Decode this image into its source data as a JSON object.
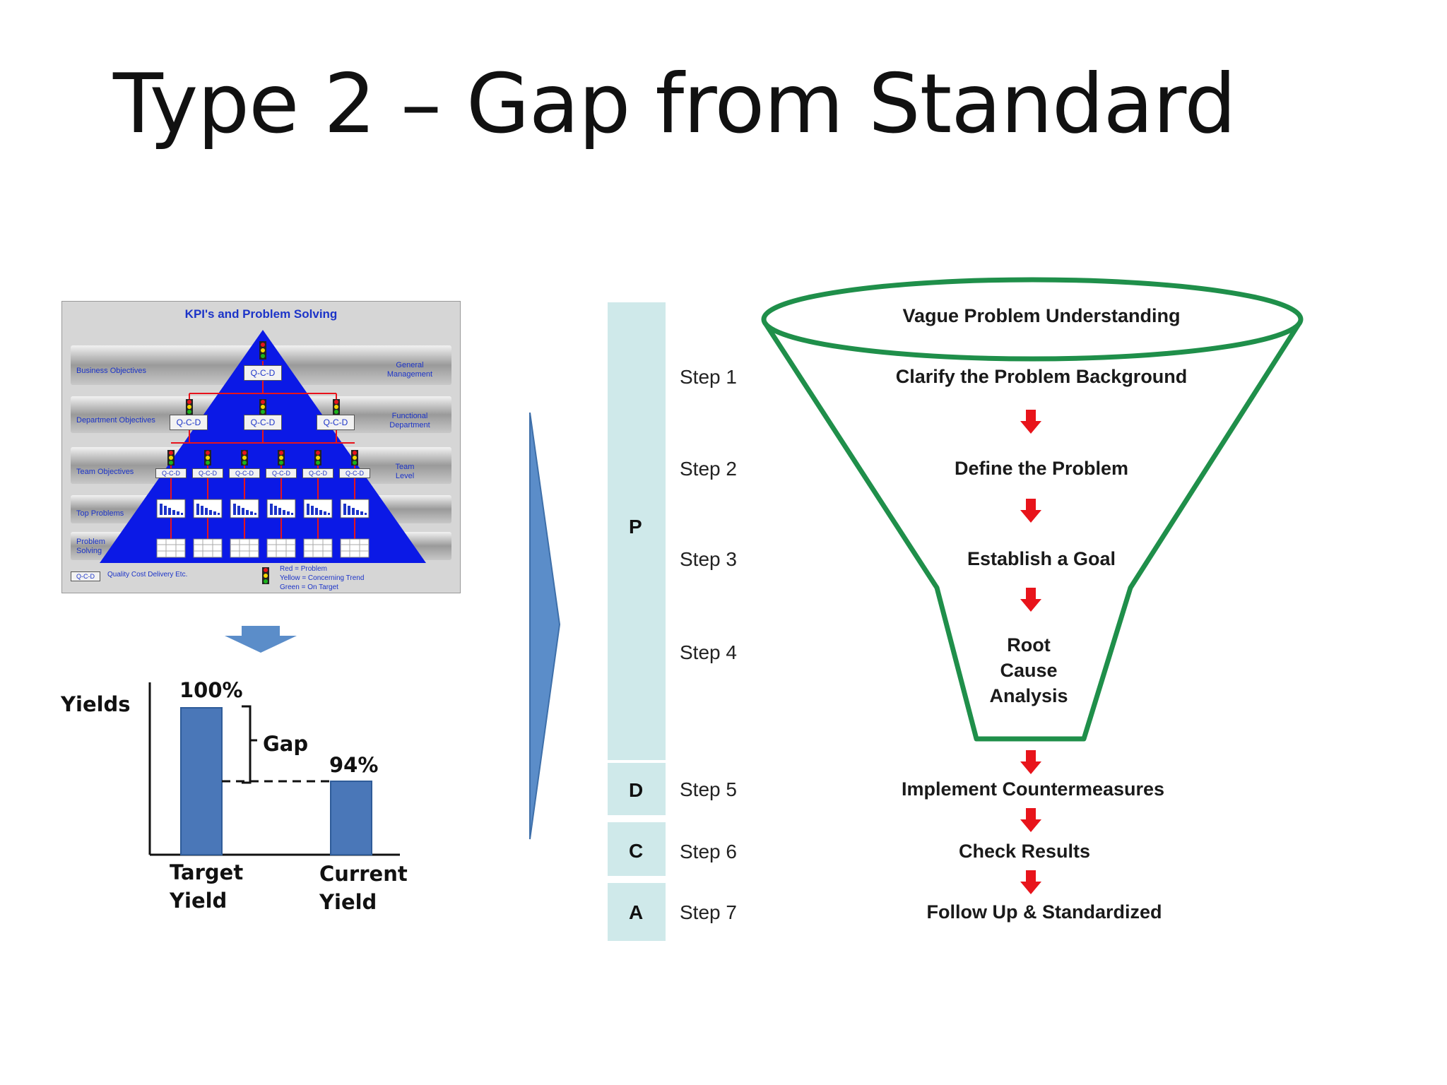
{
  "title": "Type 2 – Gap from Standard",
  "kpi": {
    "title": "KPI's and Problem Solving",
    "rows": {
      "business": "Business Objectives",
      "department": "Department Objectives",
      "team": "Team Objectives",
      "top": "Top Problems",
      "ps": "Problem Solving"
    },
    "right": {
      "general": "General Management",
      "functional": "Functional Department",
      "team": "Team Level"
    },
    "qcd": "Q-C-D",
    "legend_qcd": "Quality Cost Delivery Etc.",
    "legend_red": "Red = Problem",
    "legend_yellow": "Yellow = Concerning Trend",
    "legend_green": "Green = On Target"
  },
  "yield_chart": {
    "ylabel": "Yields",
    "gap_label": "Gap",
    "target_value_label": "100%",
    "current_value_label": "94%",
    "target_label_1": "Target",
    "target_label_2": "Yield",
    "current_label_1": "Current",
    "current_label_2": "Yield"
  },
  "chart_data": {
    "type": "bar",
    "categories": [
      "Target Yield",
      "Current Yield"
    ],
    "values": [
      100,
      94
    ],
    "ylabel": "Yields"
  },
  "pdca": {
    "phases": [
      "P",
      "D",
      "C",
      "A"
    ],
    "steps": [
      "Step 1",
      "Step 2",
      "Step 3",
      "Step 4",
      "Step 5",
      "Step 6",
      "Step 7"
    ]
  },
  "funnel": {
    "top": "Vague Problem Understanding",
    "s1": "Clarify the Problem Background",
    "s2": "Define the Problem",
    "s3": "Establish a Goal",
    "s4a": "Root",
    "s4b": "Cause",
    "s4c": "Analysis",
    "s5": "Implement Countermeasures",
    "s6": "Check Results",
    "s7": "Follow Up & Standardized"
  },
  "colors": {
    "funnel_green": "#1f8f4a",
    "pdca_teal": "#cfe9ea",
    "bar_blue": "#4a77b8",
    "pyramid_blue": "#0b19e6",
    "arrow_red": "#e8141b",
    "arrow_blue": "#5b8dc9"
  }
}
